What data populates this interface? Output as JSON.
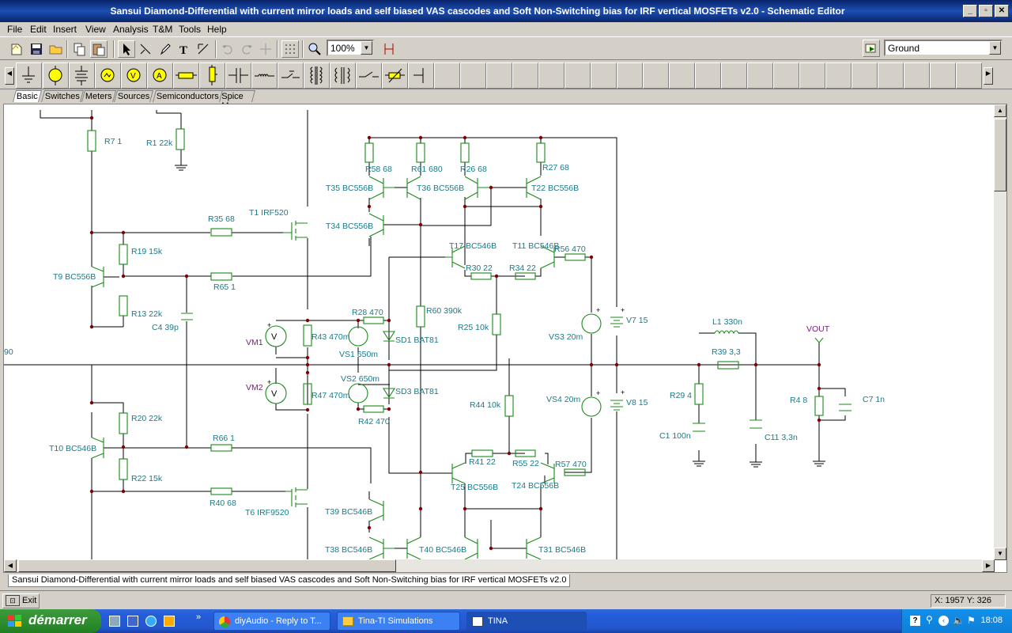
{
  "window": {
    "title": "Sansui Diamond-Differential with current mirror loads and self biased VAS cascodes and Soft Non-Switching bias for IRF vertical MOSFETs v2.0 - Schematic Editor"
  },
  "menu": [
    "File",
    "Edit",
    "Insert",
    "View",
    "Analysis",
    "T&M",
    "Tools",
    "Help"
  ],
  "toolbar": {
    "zoom": "100%",
    "net_select": "Ground"
  },
  "tabs": [
    "Basic",
    "Switches",
    "Meters",
    "Sources",
    "Semiconductors",
    "Spice Macros"
  ],
  "labels": {
    "r7": "R7 1",
    "r1": "R1 22k",
    "r35": "R35 68",
    "t1": "T1 IRF520",
    "r19": "R19 15k",
    "t9": "T9 BC556B",
    "r65": "R65 1",
    "r13": "R13 22k",
    "c4": "C4 39p",
    "r58": "R58 68",
    "r61": "R61 680",
    "r26": "R26 68",
    "r27": "R27 68",
    "t35": "T35 BC556B",
    "t36": "T36 BC556B",
    "t22": "T22 BC556B",
    "t34": "T34 BC556B",
    "t17": "T17 BC546B",
    "t11": "T11 BC546B",
    "r56": "R56 470",
    "r30": "R30 22",
    "r34": "R34 22",
    "r60": "R60 390k",
    "r28": "R28 470",
    "r25": "R25 10k",
    "vm1": "VM1",
    "r43": "R43 470m",
    "sd1": "SD1 BAT81",
    "vs1": "VS1 650m",
    "vs3": "VS3 20m",
    "v7": "V7 15",
    "l1": "L1 330n",
    "r39": "R39 3,3",
    "vout": "VOUT",
    "r29": "R29 4",
    "c1": "C1 100n",
    "c11": "C11 3,3n",
    "r4": "R4 8",
    "c7": "C7 1n",
    "left90": "90",
    "vm2": "VM2",
    "vs2": "VS2 650m",
    "sd3": "SD3 BAT81",
    "r47": "R47 470m",
    "r42": "R42 470",
    "r44": "R44 10k",
    "vs4": "VS4 20m",
    "v8": "V8 15",
    "r20": "R20 22k",
    "t10": "T10 BC546B",
    "r66": "R66 1",
    "r22": "R22 15k",
    "r40": "R40 68",
    "t6": "T6 IRF9520",
    "r41": "R41 22",
    "r55": "R55 22",
    "r57": "R57 470",
    "t25": "T25 BC556B",
    "t24": "T24 BC556B",
    "t39": "T39 BC546B",
    "t38": "T38 BC546B",
    "t40": "T40 BC546B",
    "t31": "T31 BC546B"
  },
  "doc_tab": "Sansui Diamond-Differential with current mirror loads and self biased VAS cascodes and Soft Non-Switching bias for IRF vertical MOSFETs v2.0",
  "status": {
    "exit": "Exit",
    "coords": "X: 1957  Y: 326"
  },
  "taskbar": {
    "start": "démarrer",
    "tasks": [
      "diyAudio - Reply to T...",
      "Tina-TI Simulations",
      "TINA"
    ],
    "clock": "18:08"
  }
}
